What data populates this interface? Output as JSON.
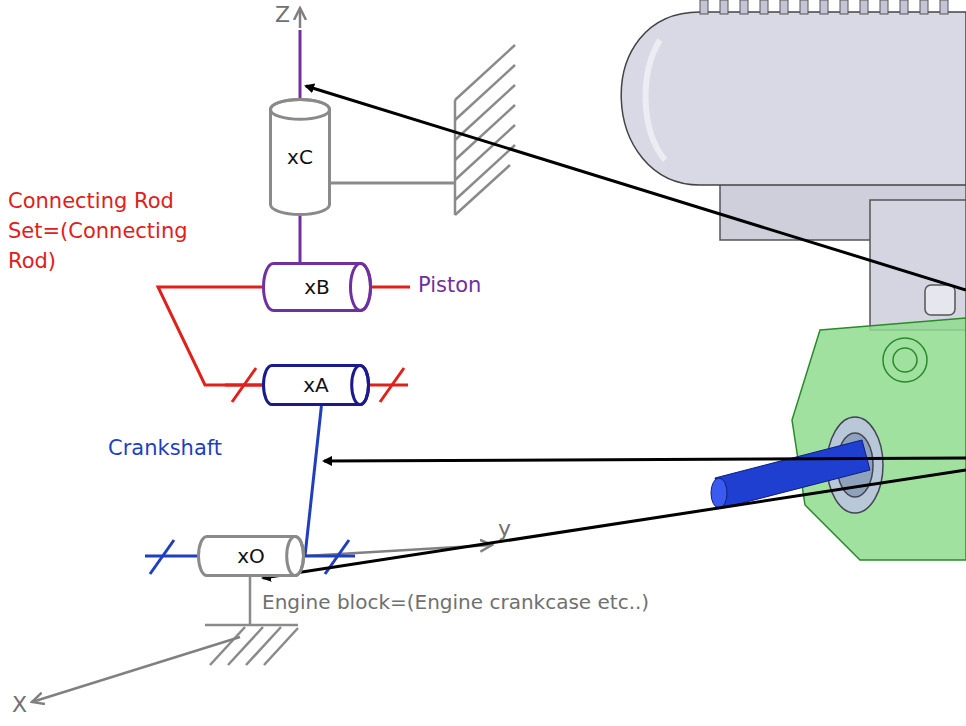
{
  "diagram": {
    "nodes": [
      {
        "text": [
          "xC"
        ]
      },
      {
        "text": [
          "xB"
        ]
      },
      {
        "text": [
          "xA"
        ]
      },
      {
        "text": [
          "xO"
        ]
      }
    ],
    "edges": [
      {
        "from": 0,
        "to": 1,
        "arrow": "none"
      },
      {
        "from": 1,
        "to": 2,
        "arrow": "none"
      },
      {
        "from": 2,
        "to": 3,
        "arrow": "none"
      }
    ],
    "labels": [
      "Z",
      "Connecting Rod Set=(Connecting Rod)",
      "Piston",
      "Crankshaft",
      "y",
      "Engine block=(Engine crankcase etc..)",
      "X"
    ]
  }
}
